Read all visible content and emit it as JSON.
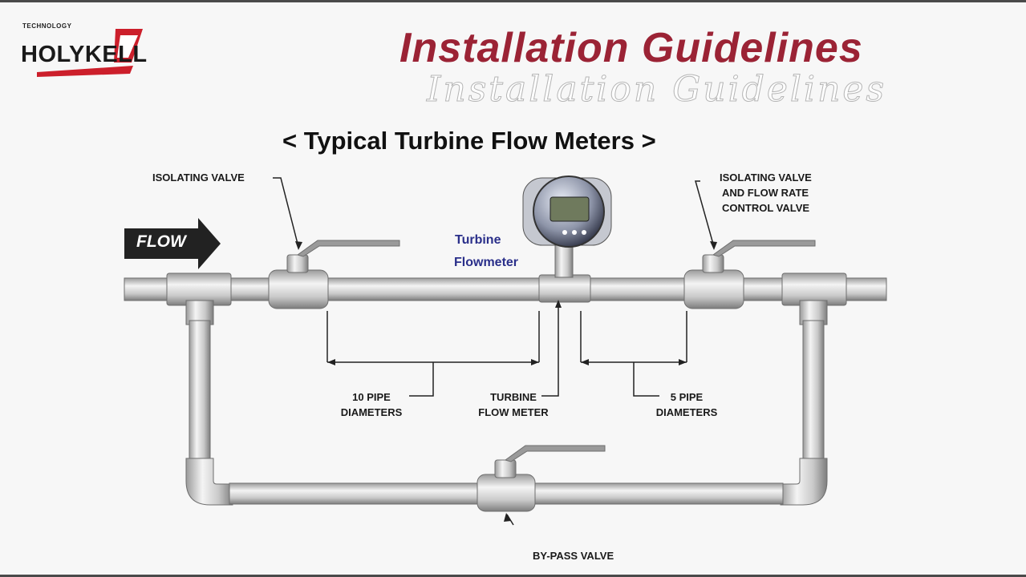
{
  "brand": {
    "tagline": "TECHNOLOGY",
    "name": "HOLYKELL",
    "accent_color": "#cc1f2b"
  },
  "heading": {
    "title": "Installation Guidelines",
    "reflection": "Installation Guidelines",
    "color": "#9b2335"
  },
  "diagram": {
    "subtitle": "<  Typical Turbine Flow Meters  >",
    "flow_arrow": "FLOW",
    "labels": {
      "isolating_valve_left": "ISOLATING VALVE",
      "isolating_valve_right_1": "ISOLATING VALVE",
      "isolating_valve_right_2": "AND FLOW RATE",
      "isolating_valve_right_3": "CONTROL VALVE",
      "turbine_line1": "Turbine",
      "turbine_line2": "Flowmeter",
      "upstream_1": "10 PIPE",
      "upstream_2": "DIAMETERS",
      "meter_1": "TURBINE",
      "meter_2": "FLOW METER",
      "downstream_1": "5 PIPE",
      "downstream_2": "DIAMETERS",
      "bypass": "BY-PASS VALVE"
    },
    "icons": {
      "flow": "arrow-right-icon",
      "valve": "ball-valve-icon",
      "meter": "turbine-meter-icon"
    }
  }
}
